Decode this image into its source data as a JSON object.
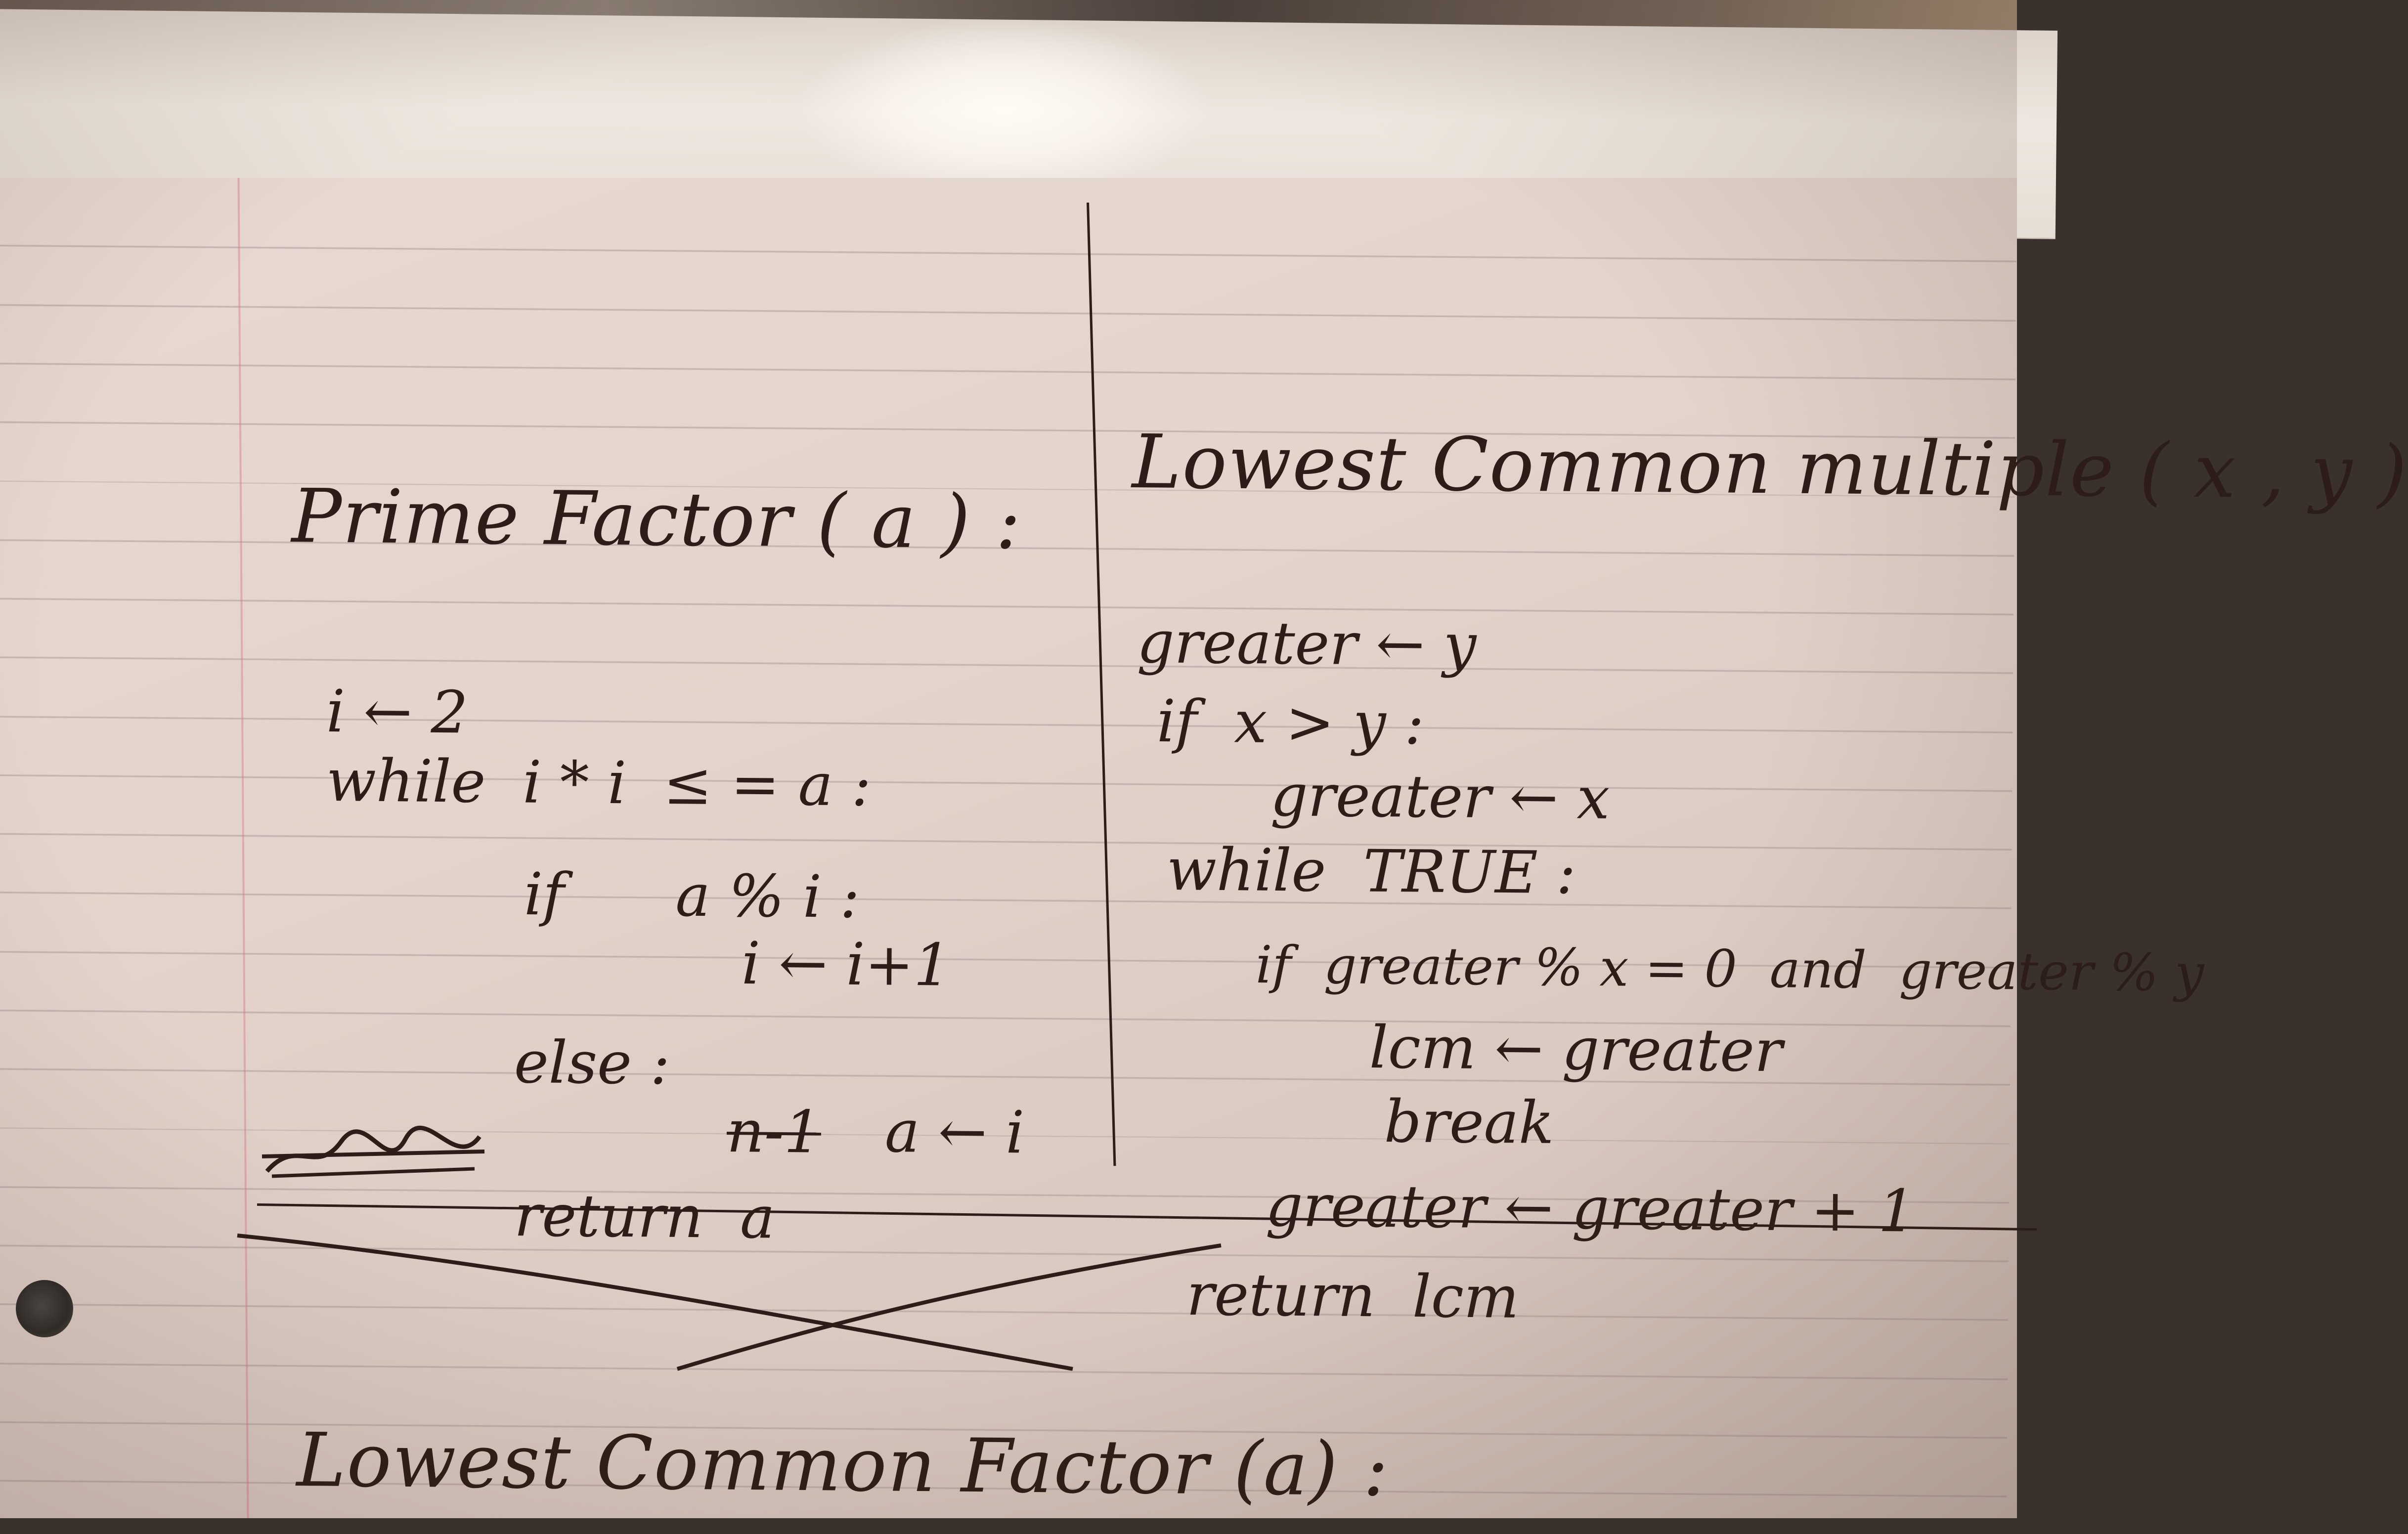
{
  "notes": {
    "left": {
      "title": "Prime Factor ( a ) :",
      "lines": [
        "i ← 2",
        "while  i * i  ≤ = a :",
        "if      a % i :",
        "i ← i+1",
        "else :",
        "a ← i",
        "return  a"
      ],
      "struck_text": "n-1"
    },
    "right": {
      "title": "Lowest Common multiple ( x , y )",
      "lines": [
        "greater ← y",
        "if  x > y :",
        "greater ← x",
        "while  TRUE :",
        "if  greater % x = 0  and  greater % y",
        "lcm ← greater",
        "break",
        "greater ← greater + 1",
        "return  lcm"
      ]
    },
    "footer": {
      "crossed_title": "Lowest Common Factor (a) :"
    }
  },
  "colors": {
    "ink": "#2c1d18",
    "paper": "#e4d4cd",
    "rule_line": "#aa9696",
    "margin_line": "#d77887"
  }
}
